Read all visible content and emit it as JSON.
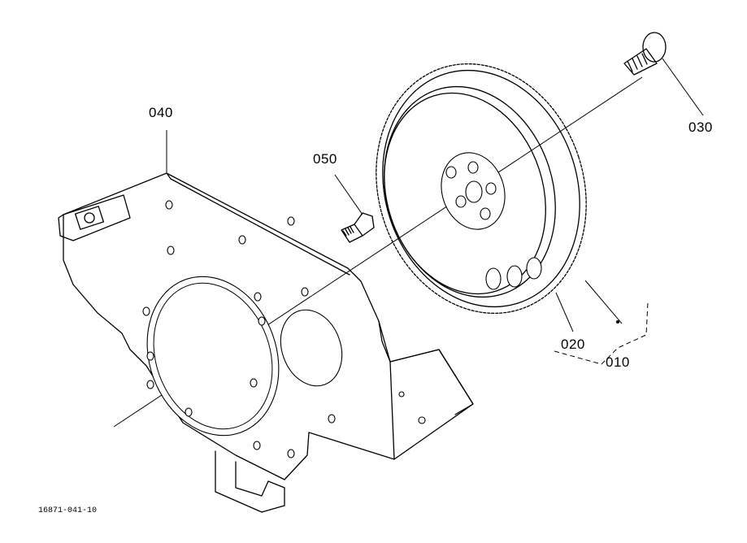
{
  "diagram": {
    "callouts": {
      "flywheel_bolt": "030",
      "flywheel_assembly": "010",
      "ring_gear": "020",
      "bolt_050": "050",
      "back_plate": "040"
    },
    "drawing_code": "16871-041-10",
    "line_color": "#000000",
    "background": "#ffffff"
  }
}
